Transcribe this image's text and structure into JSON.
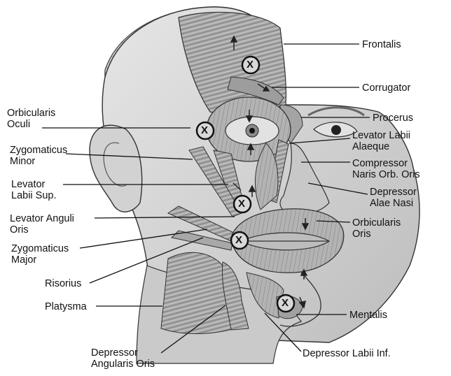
{
  "figure": {
    "colors": {
      "line": "#111111",
      "skin": "#d9d9d9",
      "muscle": "#a9a9a9",
      "shadow": "#6e6e6e",
      "text": "#111111"
    },
    "labels": {
      "frontalis": "Frontalis",
      "corrugator": "Corrugator",
      "procerus": "Procerus",
      "levator_labii_alaeque": "Levator Labii\nAlaeque",
      "compressor_naris": "Compressor\nNaris Orb. Oris",
      "depressor_alae_nasi": "Depressor\nAlae Nasi",
      "orbicularis_oris": "Orbicularis\nOris",
      "mentalis": "Mentalis",
      "depressor_labii_inf": "Depressor Labii Inf.",
      "depressor_angularis_oris": "Depressor\nAngularis Oris",
      "platysma": "Platysma",
      "risorius": "Risorius",
      "zygomaticus_major": "Zygomaticus\nMajor",
      "levator_anguli_oris": "Levator Anguli\nOris",
      "levator_labii_sup": "Levator\nLabii Sup.",
      "zygomaticus_minor": "Zygomaticus\nMinor",
      "orbicularis_oculi": "Orbicularis\nOculi"
    },
    "injection_marker_glyph": "X"
  }
}
